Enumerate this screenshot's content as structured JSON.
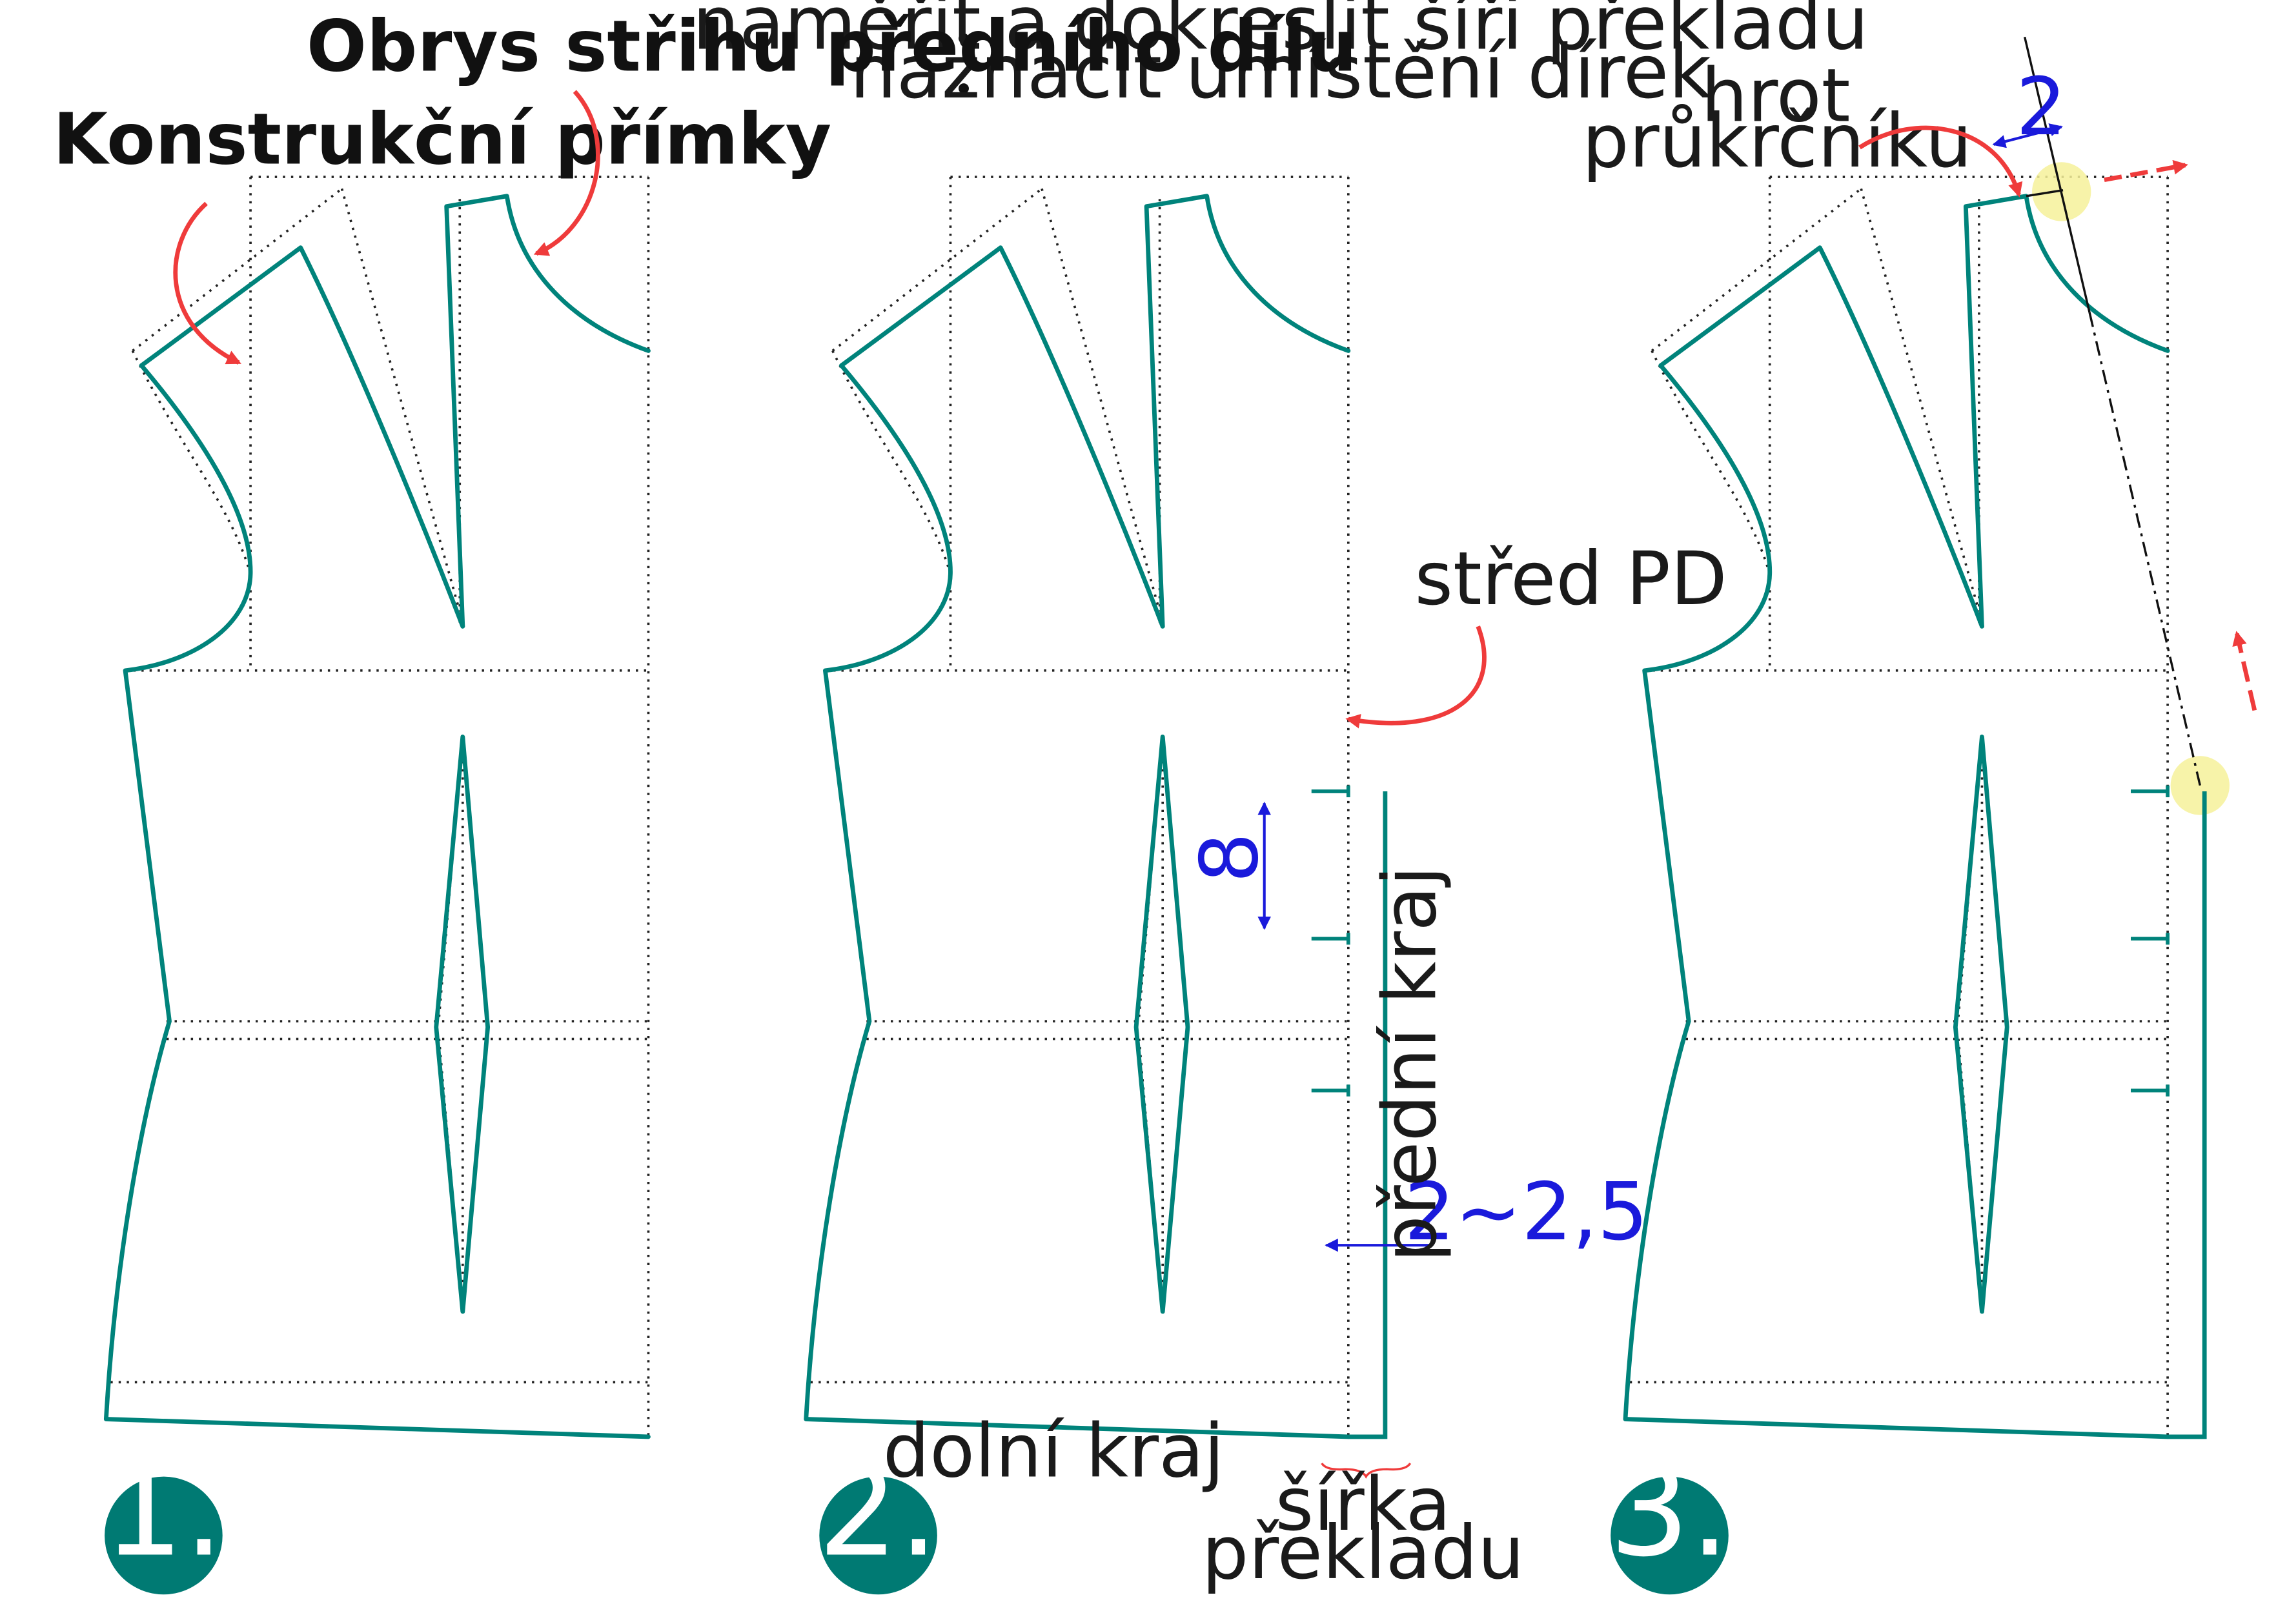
{
  "colors": {
    "pattern": "#00837b",
    "annotation_arrow": "#ef3b3b",
    "dimension": "#1a1adb",
    "guide": "#222222",
    "badge": "#007a73",
    "highlight": "#f6f19a"
  },
  "top_notes": [
    "naměřit a dokreslit šíři překladu",
    "naznačit umístění dírek"
  ],
  "panel1": {
    "step": "1.",
    "label_construction_lines": "Konstrukční přímky",
    "label_pattern_outline": "Obrys střihu předního dílu"
  },
  "panel2": {
    "step": "2.",
    "label_center_front": "střed PD",
    "label_front_edge": "přední kraj",
    "label_hem": "dolní kraj",
    "label_overlap_width_line1": "šířka",
    "label_overlap_width_line2": "překladu",
    "dim_buttonhole_spacing": "8",
    "dim_overlap_width": "2~2,5"
  },
  "panel3": {
    "step": "3.",
    "label_neck_point_line1": "hrot",
    "label_neck_point_line2": "průkrčníku",
    "dim_neck_extension": "2"
  }
}
